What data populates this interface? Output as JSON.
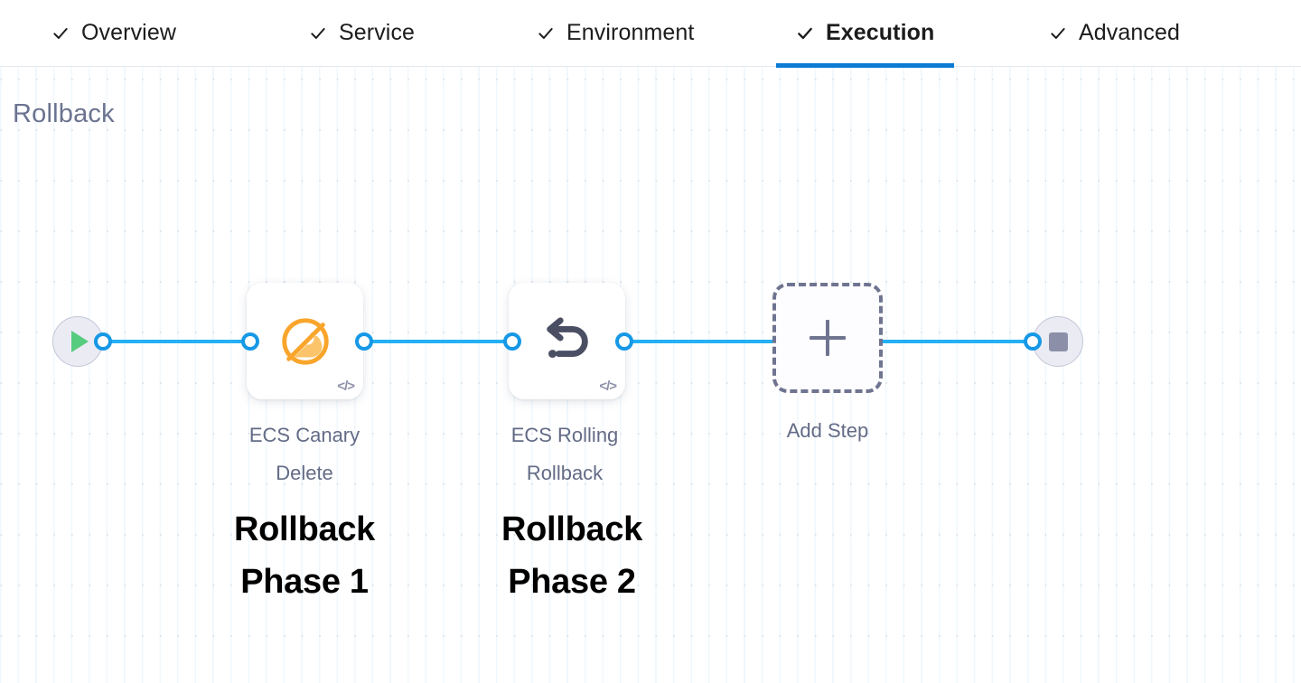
{
  "tabs": {
    "items": [
      {
        "label": "Overview",
        "icon": "check-icon",
        "active": false,
        "completed": true
      },
      {
        "label": "Service",
        "icon": "check-icon",
        "active": false,
        "completed": true
      },
      {
        "label": "Environment",
        "icon": "check-icon",
        "active": false,
        "completed": true
      },
      {
        "label": "Execution",
        "icon": "check-icon",
        "active": true,
        "completed": true
      },
      {
        "label": "Advanced",
        "icon": "check-icon",
        "active": false,
        "completed": true
      }
    ],
    "active_underline_color": "#0b7bd4"
  },
  "section": {
    "title": "Rollback",
    "title_color": "#6b7390"
  },
  "pipeline": {
    "start_node": {
      "name": "pipeline-start",
      "icon": "play-icon",
      "icon_color": "#56cc7e",
      "bg_color": "#ebebf4"
    },
    "end_node": {
      "name": "pipeline-end",
      "icon": "stop-icon",
      "icon_color": "#8c8fa8",
      "bg_color": "#ebebf4"
    },
    "steps": [
      {
        "name": "ecs-canary-delete",
        "caption": "ECS Canary\nDelete",
        "icon": "canary-delete-icon",
        "icon_color": "#f9a52b",
        "badge_icon": "code-icon",
        "badge_label": "</>"
      },
      {
        "name": "ecs-rolling-rollback",
        "caption": "ECS Rolling\nRollback",
        "icon": "rollback-arrow-icon",
        "icon_color": "#4b4f63",
        "badge_icon": "code-icon",
        "badge_label": "</>"
      }
    ],
    "add_step": {
      "label": "Add Step",
      "icon": "plus-icon",
      "color": "#6f7490"
    },
    "edge_color": "#24b0f2",
    "port_color": "#1698e6"
  },
  "annotations": [
    {
      "name": "rollback-phase-1-annotation",
      "text": "Rollback\nPhase 1",
      "color": "#000000"
    },
    {
      "name": "rollback-phase-2-annotation",
      "text": "Rollback\nPhase 2",
      "color": "#000000"
    }
  ]
}
